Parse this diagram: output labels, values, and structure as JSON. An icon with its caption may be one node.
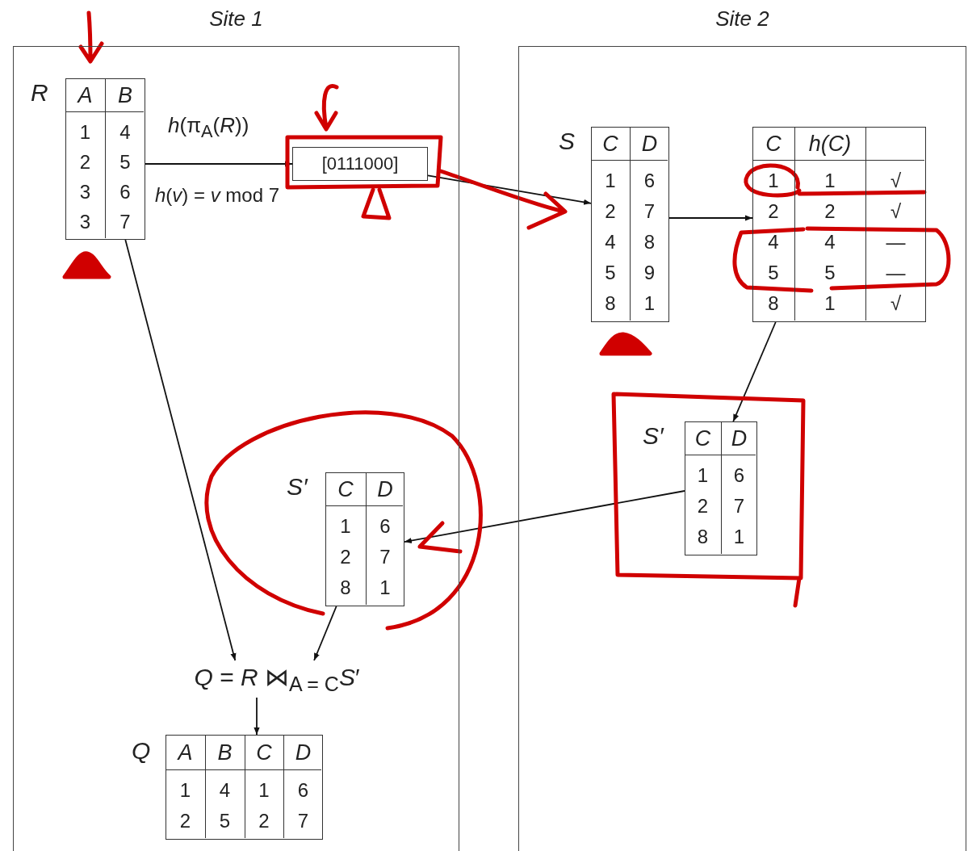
{
  "diagram": {
    "nodes": [
      {
        "text": [
          "Site 1"
        ]
      },
      {
        "text": [
          "Site 2"
        ]
      },
      {
        "text": [
          "A",
          "B",
          "1",
          "4",
          "2",
          "5",
          "3",
          "6",
          "3",
          "7"
        ],
        "in": 0,
        "beside": [
          "R"
        ]
      },
      {
        "text": [
          "[0111000]"
        ],
        "in": 0
      },
      {
        "text": [
          "C",
          "D",
          "1",
          "6",
          "2",
          "7",
          "4",
          "8",
          "5",
          "9",
          "8",
          "1"
        ],
        "in": 1,
        "beside": [
          "S"
        ]
      },
      {
        "text": [
          "C",
          "h(C)",
          "1",
          "1",
          "√",
          "2",
          "2",
          "√",
          "4",
          "4",
          "—",
          "5",
          "5",
          "—",
          "8",
          "1",
          "√"
        ],
        "in": 1
      },
      {
        "text": [
          "C",
          "D",
          "1",
          "6",
          "2",
          "7",
          "8",
          "1"
        ],
        "in": 1,
        "beside": [
          "S′"
        ]
      },
      {
        "text": [
          "C",
          "D",
          "1",
          "6",
          "2",
          "7",
          "8",
          "1"
        ],
        "in": 0,
        "beside": [
          "S′"
        ]
      },
      {
        "text": [
          "*Q* = *R* ⋈$_{A = C}$*S*′"
        ],
        "in": 0
      },
      {
        "text": [
          "A",
          "B",
          "C",
          "D",
          "1",
          "4",
          "1",
          "6",
          "2",
          "5",
          "2",
          "7"
        ],
        "in": 0,
        "beside": [
          "Q"
        ]
      }
    ],
    "edges": [
      {
        "from": 2,
        "to": 3,
        "arrow": "to",
        "label": "*h*(π$_{A}$(*R*))"
      },
      {
        "from": 3,
        "to": 4,
        "arrow": "to"
      },
      {
        "from": 4,
        "to": 5,
        "arrow": "to"
      },
      {
        "from": 5,
        "to": 6,
        "arrow": "to"
      },
      {
        "from": 6,
        "to": 7,
        "arrow": "to"
      },
      {
        "from": 2,
        "to": 8,
        "arrow": "to"
      },
      {
        "from": 7,
        "to": 8,
        "arrow": "to"
      },
      {
        "from": 8,
        "to": 9,
        "arrow": "to"
      }
    ],
    "labels": [
      "*h*(*v*) = *v* mod 7"
    ]
  }
}
